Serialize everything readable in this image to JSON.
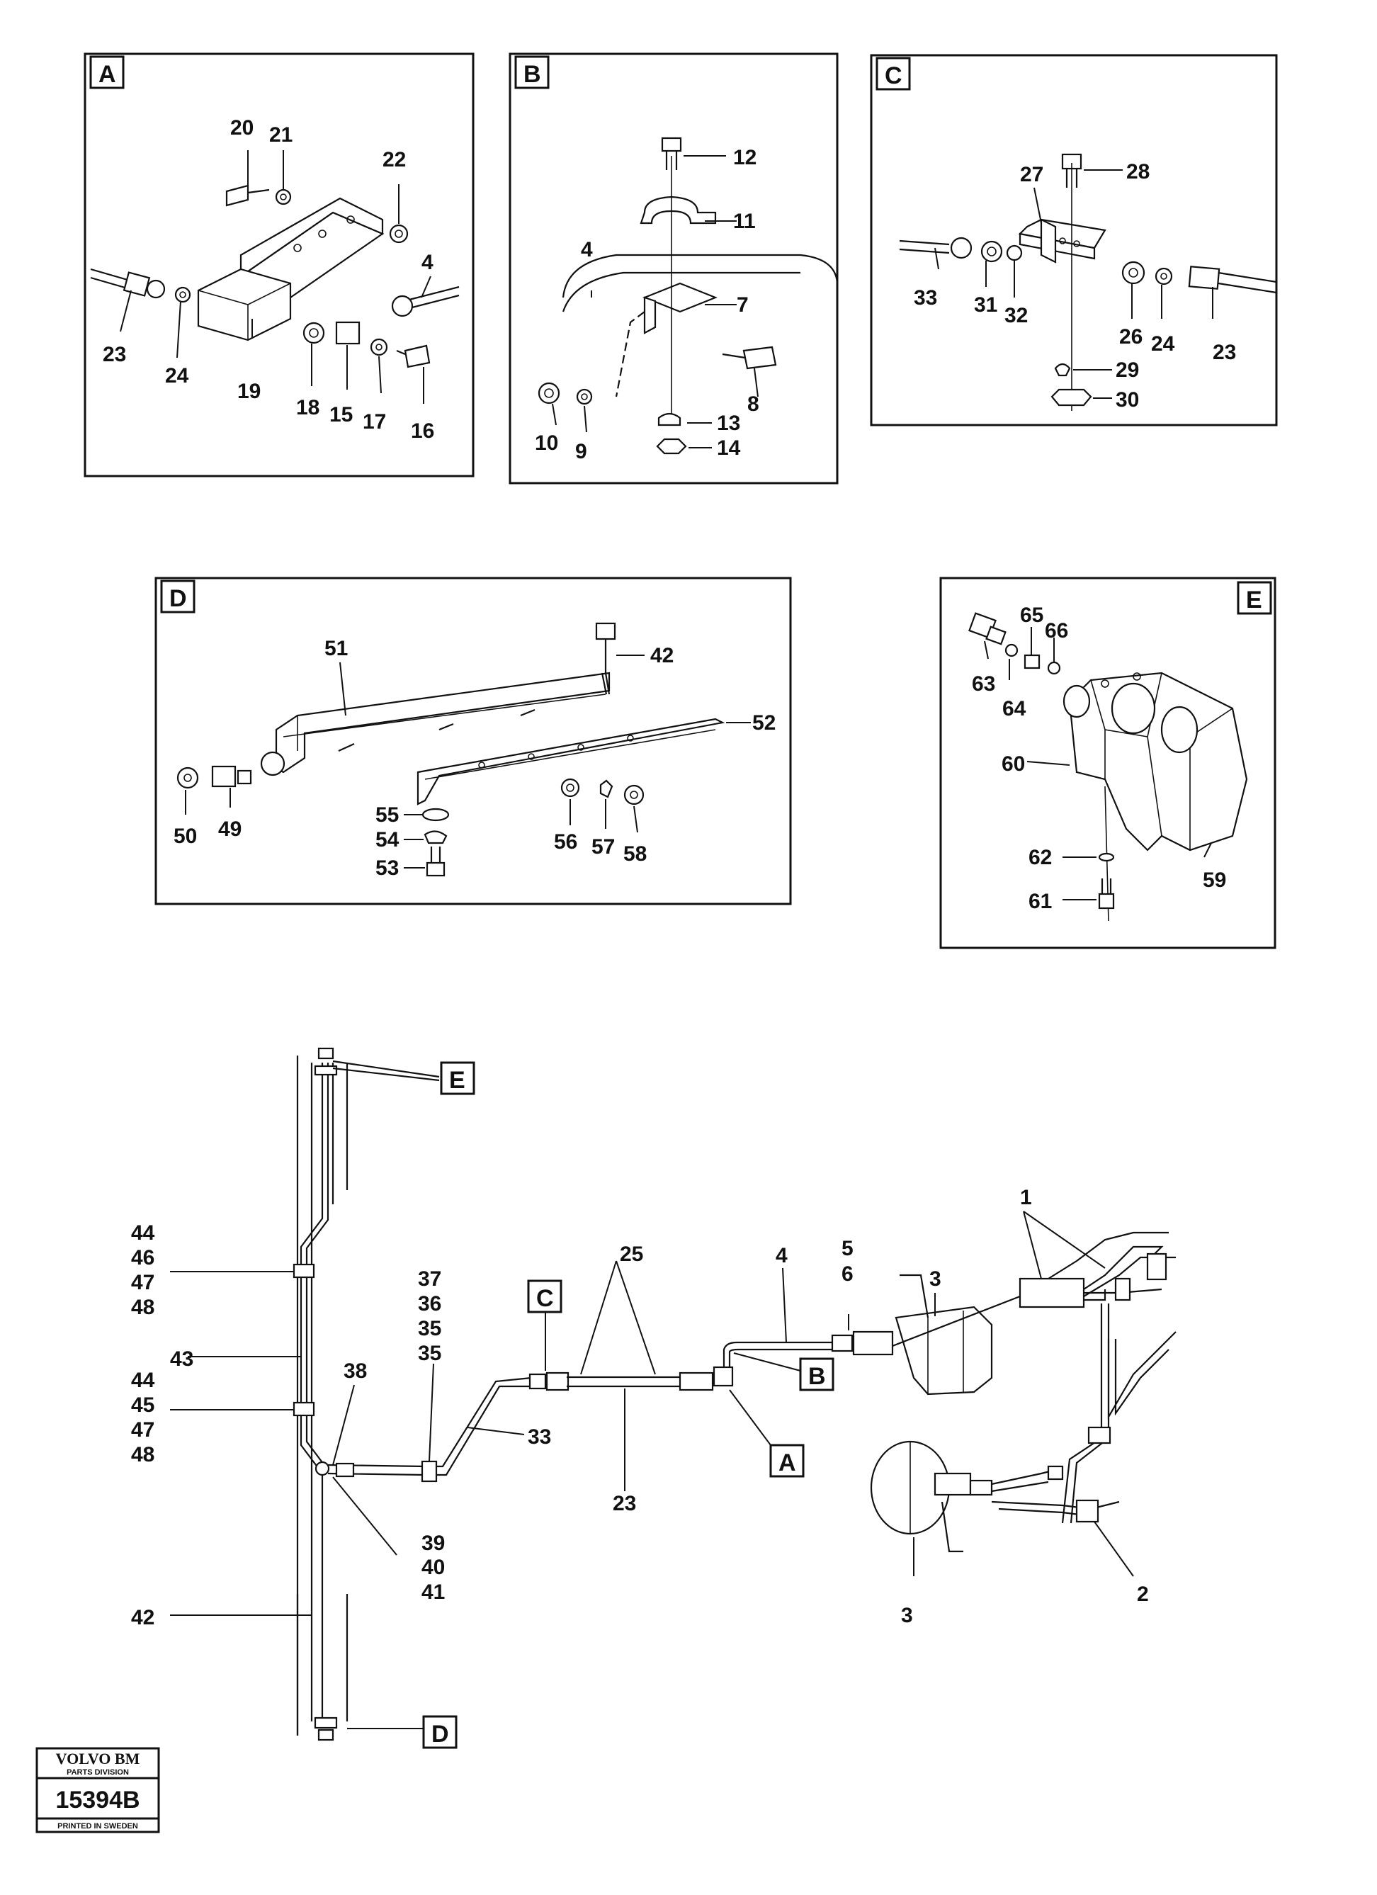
{
  "panels": {
    "A": {
      "tag": "A",
      "labels": [
        "20",
        "21",
        "22",
        "4",
        "23",
        "24",
        "19",
        "18",
        "15",
        "17",
        "16"
      ]
    },
    "B": {
      "tag": "B",
      "labels": [
        "12",
        "11",
        "4",
        "7",
        "8",
        "10",
        "9",
        "13",
        "14"
      ]
    },
    "C": {
      "tag": "C",
      "labels": [
        "27",
        "28",
        "33",
        "31",
        "32",
        "26",
        "24",
        "23",
        "29",
        "30"
      ]
    },
    "D": {
      "tag": "D",
      "labels": [
        "51",
        "42",
        "52",
        "50",
        "49",
        "55",
        "54",
        "53",
        "56",
        "57",
        "58"
      ]
    },
    "E": {
      "tag": "E",
      "labels": [
        "65",
        "66",
        "63",
        "64",
        "60",
        "62",
        "61",
        "59"
      ]
    }
  },
  "overview": {
    "refs": [
      "E",
      "C",
      "A",
      "B",
      "D"
    ],
    "labels": [
      "44",
      "46",
      "47",
      "48",
      "43",
      "44",
      "45",
      "47",
      "48",
      "38",
      "39",
      "40",
      "41",
      "42",
      "37",
      "36",
      "35",
      "35",
      "33",
      "25",
      "23",
      "4",
      "5",
      "6",
      "3",
      "1",
      "2",
      "3"
    ]
  },
  "logo": {
    "brand": "VOLVO BM",
    "division": "PARTS DIVISION",
    "code": "15394B",
    "printed": "PRINTED IN SWEDEN"
  }
}
